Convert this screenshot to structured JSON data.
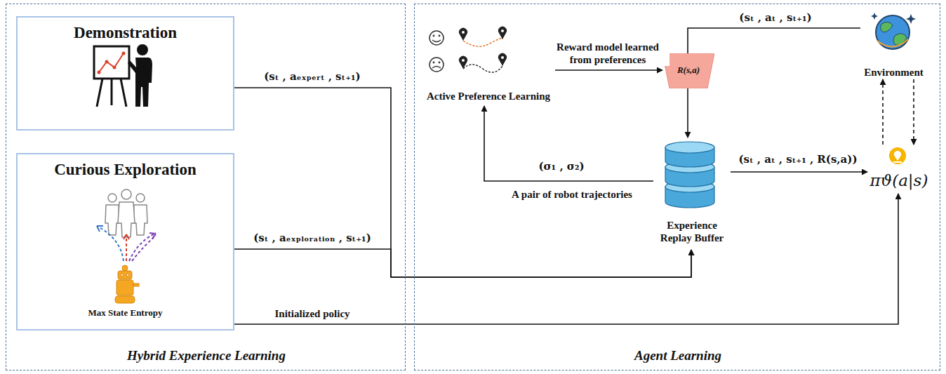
{
  "diagram": {
    "nodes": [
      {
        "text": [
          "Hybrid Experience Learning"
        ]
      },
      {
        "text": [
          "Demonstration"
        ],
        "in": 0
      },
      {
        "text": [
          "Curious Exploration",
          "Max State Entropy"
        ],
        "in": 0
      },
      {
        "text": [
          "Agent Learning"
        ]
      },
      {
        "text": [
          "Active Preference Learning"
        ],
        "in": 3
      },
      {
        "text": [
          "R(s,a)"
        ],
        "in": 3
      },
      {
        "text": [
          "Environment"
        ],
        "in": 3
      },
      {
        "text": [
          "Experience Replay Buffer"
        ],
        "in": 3
      },
      {
        "text": [
          "πϑ(a|s)"
        ],
        "in": 3
      }
    ],
    "edges": [
      {
        "from": 1,
        "to": 7,
        "arrow": "to",
        "label": "(sₜ , aₑₓₚₑᵣₜ , sₜ₊₁)"
      },
      {
        "from": 2,
        "to": 7,
        "arrow": "to",
        "label": "(sₜ , aₑₓₚₗₒᵣₐₜᵢₒₙ , sₜ₊₁)"
      },
      {
        "from": 2,
        "to": 8,
        "arrow": "to",
        "label": "Initialized policy"
      },
      {
        "from": 4,
        "to": 5,
        "arrow": "to",
        "label": "Reward model learned from preferences"
      },
      {
        "from": 6,
        "to": 5,
        "arrow": "none",
        "label": "(sₜ , aₜ , sₜ₊₁)"
      },
      {
        "from": 5,
        "to": 7,
        "arrow": "to"
      },
      {
        "from": 7,
        "to": 4,
        "arrow": "to",
        "label": "(σ₁ , σ₂)"
      },
      {
        "from": 7,
        "to": 8,
        "arrow": "to",
        "label": "(sₜ , aₜ , sₜ₊₁ , R(s,a))"
      },
      {
        "from": 8,
        "to": 6,
        "arrow": "to"
      },
      {
        "from": 6,
        "to": 8,
        "arrow": "to"
      }
    ],
    "labels": [
      "A pair of robot trajectories"
    ]
  }
}
